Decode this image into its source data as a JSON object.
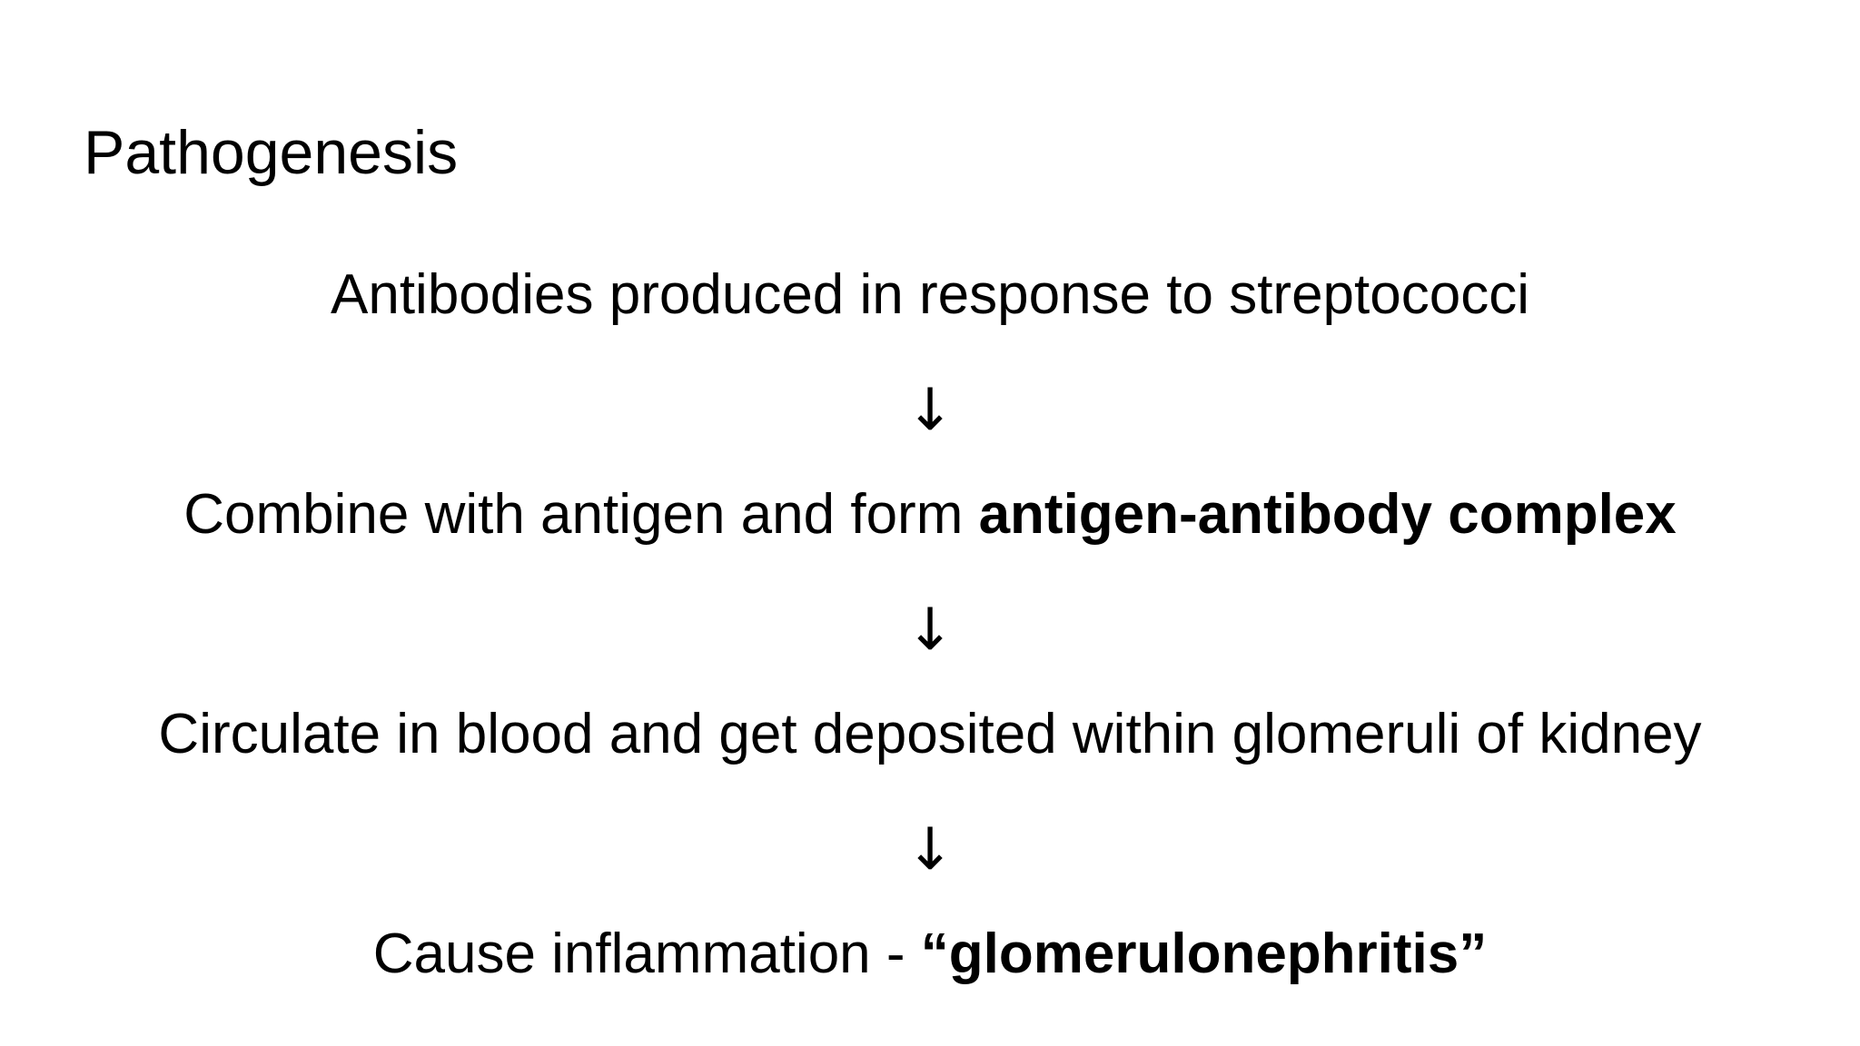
{
  "slide": {
    "title": "Pathogenesis",
    "arrow_glyph": "↓",
    "steps": [
      {
        "text": "Antibodies produced in response to streptococci",
        "bold": ""
      },
      {
        "text": "Combine with antigen and form ",
        "bold": "antigen-antibody complex"
      },
      {
        "text": "Circulate in blood and get deposited within glomeruli of kidney",
        "bold": ""
      },
      {
        "text": "Cause inflammation -  ",
        "bold": "“glomerulonephritis”"
      }
    ]
  },
  "colors": {
    "background": "#ffffff",
    "text": "#000000"
  }
}
